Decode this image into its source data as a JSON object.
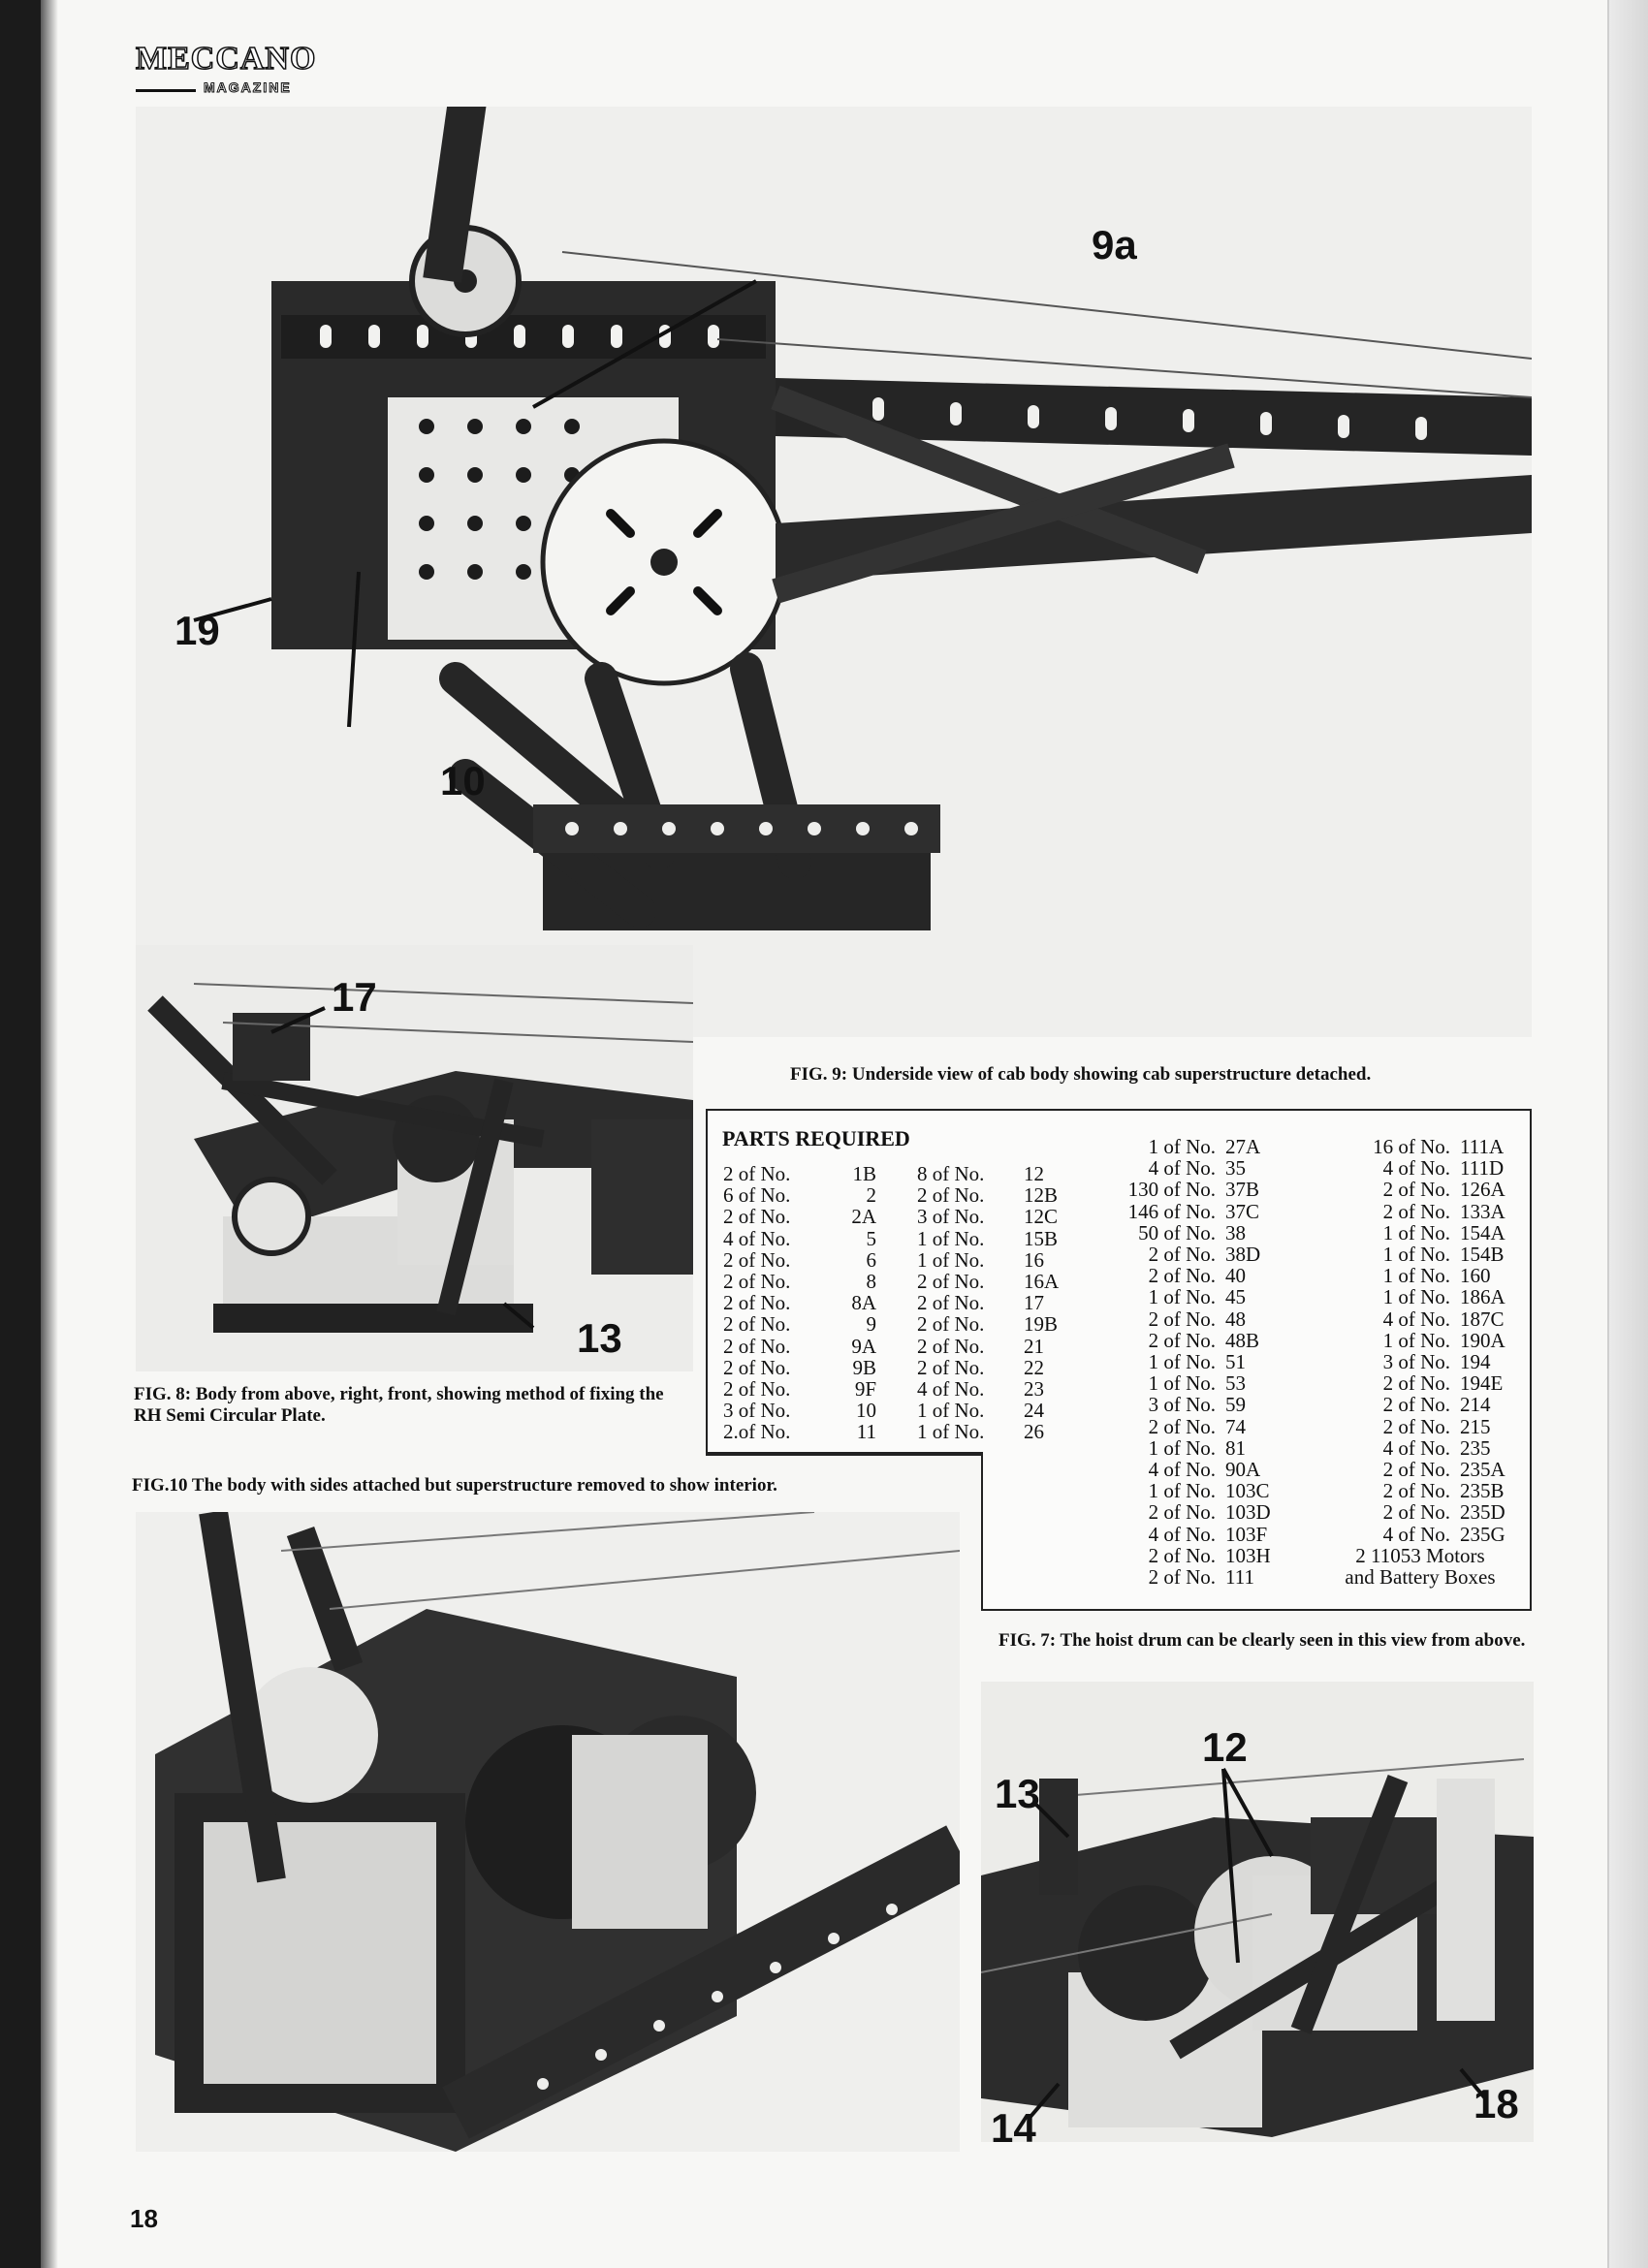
{
  "header": {
    "logo_main": "MECCANO",
    "logo_sub": "MAGAZINE"
  },
  "fig9": {
    "caption": "FIG. 9: Underside view of cab body showing cab superstructure detached.",
    "labels": [
      "9a",
      "19",
      "10"
    ]
  },
  "fig8": {
    "caption": "FIG. 8: Body from above, right, front, showing method of fixing the RH Semi Circular Plate.",
    "labels": [
      "17",
      "13"
    ]
  },
  "fig10": {
    "caption": "FIG.10 The body with sides attached but superstructure removed to show interior."
  },
  "fig7": {
    "caption": "FIG. 7: The hoist drum can be clearly seen in this view from above.",
    "labels": [
      "12",
      "13",
      "14",
      "18"
    ]
  },
  "parts": {
    "title": "PARTS REQUIRED",
    "col1": [
      [
        "2 of No.",
        "1B"
      ],
      [
        "6 of No.",
        "2"
      ],
      [
        "2 of No.",
        "2A"
      ],
      [
        "4 of No.",
        "5"
      ],
      [
        "2 of No.",
        "6"
      ],
      [
        "2 of No.",
        "8"
      ],
      [
        "2 of No.",
        "8A"
      ],
      [
        "2 of No.",
        "9"
      ],
      [
        "2 of No.",
        "9A"
      ],
      [
        "2 of No.",
        "9B"
      ],
      [
        "2 of No.",
        "9F"
      ],
      [
        "3 of No.",
        "10"
      ],
      [
        "2.of No.",
        "11"
      ]
    ],
    "col2": [
      [
        "8 of No.",
        "12"
      ],
      [
        "2 of No.",
        "12B"
      ],
      [
        "3 of No.",
        "12C"
      ],
      [
        "1 of No.",
        "15B"
      ],
      [
        "1 of No.",
        "16"
      ],
      [
        "2 of No.",
        "16A"
      ],
      [
        "2 of No.",
        "17"
      ],
      [
        "2 of No.",
        "19B"
      ],
      [
        "2 of No.",
        "21"
      ],
      [
        "2 of No.",
        "22"
      ],
      [
        "4 of No.",
        "23"
      ],
      [
        "1 of No.",
        "24"
      ],
      [
        "1 of No.",
        "26"
      ]
    ],
    "col3": [
      [
        "1 of No.",
        "27A"
      ],
      [
        "4 of No.",
        "35"
      ],
      [
        "130 of No.",
        "37B"
      ],
      [
        "146 of No.",
        "37C"
      ],
      [
        "50 of No.",
        "38"
      ],
      [
        "2 of No.",
        "38D"
      ],
      [
        "2 of No.",
        "40"
      ],
      [
        "1 of No.",
        "45"
      ],
      [
        "2 of No.",
        "48"
      ],
      [
        "2 of No.",
        "48B"
      ],
      [
        "1 of No.",
        "51"
      ],
      [
        "1 of No.",
        "53"
      ],
      [
        "3 of No.",
        "59"
      ],
      [
        "2 of No.",
        "74"
      ],
      [
        "1 of No.",
        "81"
      ],
      [
        "4 of No.",
        "90A"
      ],
      [
        "1 of No.",
        "103C"
      ],
      [
        "2 of No.",
        "103D"
      ],
      [
        "4 of No.",
        "103F"
      ],
      [
        "2 of No.",
        "103H"
      ],
      [
        "2 of No.",
        "111"
      ]
    ],
    "col4": [
      [
        "16 of No.",
        "111A"
      ],
      [
        "4 of No.",
        "111D"
      ],
      [
        "2 of No.",
        "126A"
      ],
      [
        "2 of No.",
        "133A"
      ],
      [
        "1 of No.",
        "154A"
      ],
      [
        "1 of No.",
        "154B"
      ],
      [
        "1 of No.",
        "160"
      ],
      [
        "1 of No.",
        "186A"
      ],
      [
        "4 of No.",
        "187C"
      ],
      [
        "1 of No.",
        "190A"
      ],
      [
        "3 of No.",
        "194"
      ],
      [
        "2 of No.",
        "194E"
      ],
      [
        "2 of No.",
        "214"
      ],
      [
        "2 of No.",
        "215"
      ],
      [
        "4 of No.",
        "235"
      ],
      [
        "2 of No.",
        "235A"
      ],
      [
        "2 of No.",
        "235B"
      ],
      [
        "2 of No.",
        "235D"
      ],
      [
        "4 of No.",
        "235G"
      ]
    ],
    "col4_extra": [
      "2 11053 Motors",
      "and Battery Boxes"
    ]
  },
  "page_number": "18"
}
